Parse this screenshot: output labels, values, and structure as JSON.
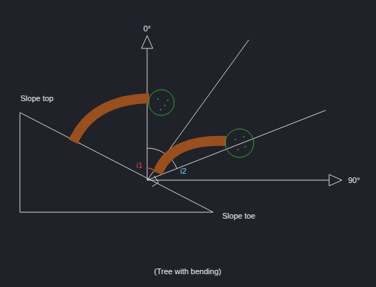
{
  "diagram": {
    "caption": "(Tree with bending)",
    "labels": [
      "0°",
      "Slope top",
      "i1",
      "i2",
      "90°",
      "Slope toe"
    ]
  }
}
